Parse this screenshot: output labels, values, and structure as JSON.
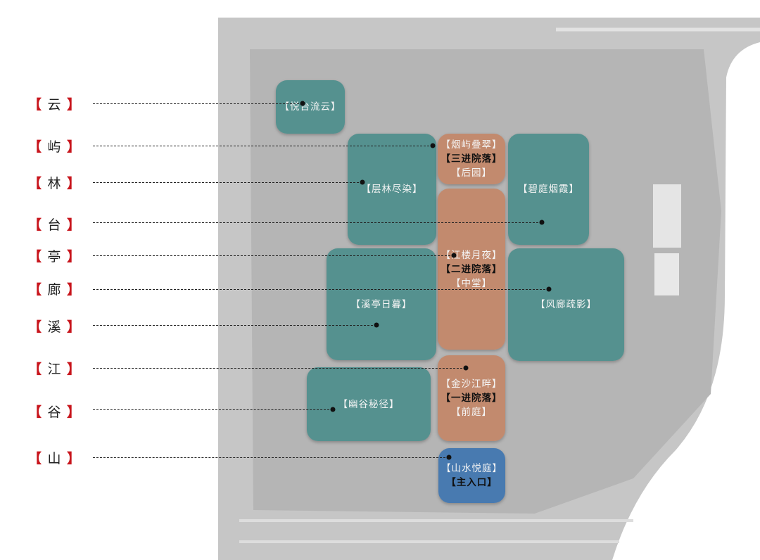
{
  "legend": [
    {
      "char": "云"
    },
    {
      "char": "屿"
    },
    {
      "char": "林"
    },
    {
      "char": "台"
    },
    {
      "char": "亭"
    },
    {
      "char": "廊"
    },
    {
      "char": "溪"
    },
    {
      "char": "江"
    },
    {
      "char": "谷"
    },
    {
      "char": "山"
    }
  ],
  "bracket_open": "【",
  "bracket_close": "】",
  "zones": {
    "yuetai": {
      "name": "【悦台流云】"
    },
    "yanyu": {
      "name": "【烟屿叠翠】",
      "sub": "【三进院落】",
      "sub2": "【后园】"
    },
    "cenglin": {
      "name": "【层林尽染】"
    },
    "biting": {
      "name": "【碧庭烟霞】"
    },
    "jianglou": {
      "name": "【江楼月夜】",
      "sub": "【二进院落】",
      "sub2": "【中堂】"
    },
    "xiting": {
      "name": "【溪亭日暮】"
    },
    "fenglang": {
      "name": "【风廊疏影】"
    },
    "jinsha": {
      "name": "【金沙江畔】",
      "sub": "【一进院落】",
      "sub2": "【前庭】"
    },
    "yougu": {
      "name": "【幽谷秘径】"
    },
    "shanshui": {
      "name": "【山水悦庭】",
      "sub": "【主入口】"
    }
  },
  "colors": {
    "teal": "#3a8784",
    "brown": "#c48262",
    "blue": "#3c73af",
    "bracket": "#c8161d"
  }
}
